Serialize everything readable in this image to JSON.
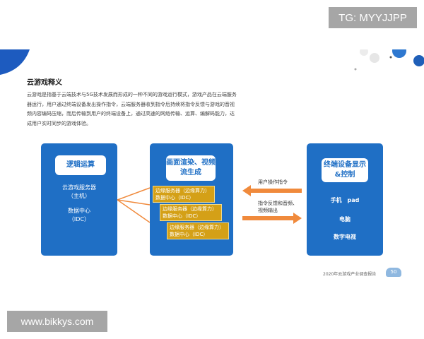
{
  "watermarks": {
    "top": "TG: MYYJJPP",
    "bottom": "www.bikkys.com"
  },
  "section": {
    "title": "云游戏释义",
    "paragraph": "云游戏是指基于云端技术与5G技术发展而形成的一种不同的游戏运行模式，游戏产品在云端服务器运行，用户通过终端设备发出操作指令，云端服务器收到指令后持续将指令反馈与游戏的音视频内容编码压缩，而后传输到用户的终端设备上，通过高速的网络传输、运算、编解码能力，达成用户实时同步的游戏体验。"
  },
  "diagram": {
    "box1": {
      "label": "逻辑运算",
      "lines": [
        "云游戏服务器",
        "（主机）",
        "数据中心",
        "（IDC）"
      ]
    },
    "box2": {
      "label": "画面渲染、视频流生成",
      "cards": [
        {
          "l1": "边缘服务器（边缘算力）",
          "l2": "数据中心（IDC）"
        },
        {
          "l1": "边缘服务器（边缘算力）",
          "l2": "数据中心（IDC）"
        },
        {
          "l1": "边缘服务器（边缘算力）",
          "l2": "数据中心（IDC）"
        }
      ]
    },
    "box3": {
      "label": "终端设备显示&控制",
      "lines": [
        "手机　pad",
        "电脑",
        "数字电视"
      ]
    },
    "arrow_left_label": "用户操作指令",
    "arrow_right_label": "指令反馈和音频、视频输出",
    "colors": {
      "blue": "#1f6fc5",
      "orange": "#f08a3c",
      "gold": "#d4a017"
    }
  },
  "footer": {
    "text": "2020年云游戏产业调查报告",
    "page": "50"
  }
}
